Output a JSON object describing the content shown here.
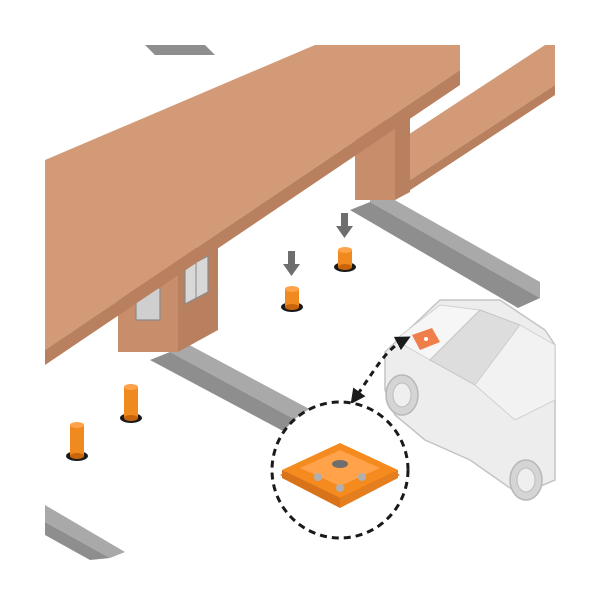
{
  "scene": {
    "subject": "toll-plaza-parking-sensor",
    "elements": {
      "canopy": "canopy",
      "toll_booth": "toll-booth",
      "lane_curbs": [
        "curb-back",
        "curb-middle",
        "curb-front"
      ],
      "bollards": [
        "bollard-raised-front",
        "bollard-raised-back",
        "bollard-retracting-left",
        "bollard-retracting-right"
      ],
      "arrows": [
        "down-arrow-icon",
        "down-arrow-icon"
      ],
      "car": "car",
      "sensor": "sensor-device",
      "link": "double-headed-dashed-arrow"
    },
    "colors": {
      "canopy": "#D39A78",
      "canopy_side": "#B9805F",
      "curb": "#8E8E8E",
      "curb_top": "#A9A9A9",
      "bollard": "#F08A1E",
      "bollard_dark": "#C8650B",
      "arrow": "#6E6E6E",
      "car": "#EDEDED",
      "car_outline": "#C4C4C4",
      "car_tag": "#F07E4A",
      "sensor": "#F58A1F",
      "callout": "#1A1A1A"
    }
  }
}
